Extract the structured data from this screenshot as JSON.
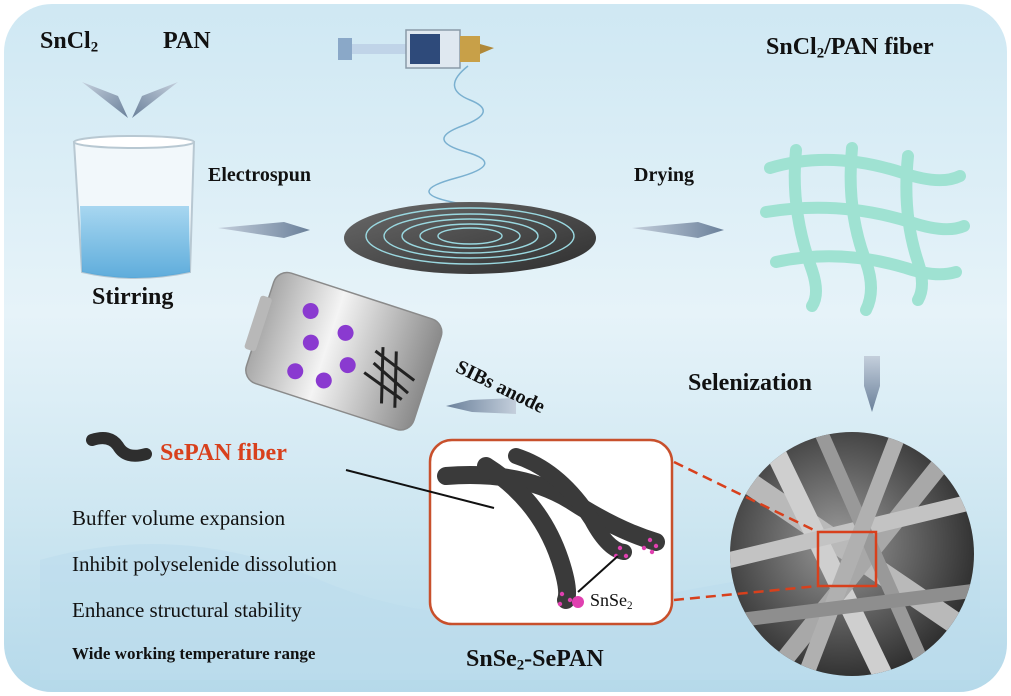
{
  "labels": {
    "sncl2": {
      "base": "SnCl",
      "sub": "2"
    },
    "pan": "PAN",
    "sncl2_pan_fiber": {
      "pre": "SnCl",
      "sub": "2",
      "post": "/PAN fiber"
    },
    "electrospun": "Electrospun",
    "drying": "Drying",
    "stirring": "Stirring",
    "selenization": "Selenization",
    "sibs_anode": "SIBs anode",
    "sepan_fiber": "SePAN fiber",
    "snse2_dot": {
      "base": "SnSe",
      "sub": "2"
    },
    "snse2_sepan": {
      "pre": "SnSe",
      "sub": "2",
      "post": "-SePAN"
    }
  },
  "benefits": [
    "Buffer volume expansion",
    "Inhibit polyselenide dissolution",
    "Enhance structural stability",
    "Wide working temperature range"
  ],
  "colors": {
    "accent_red": "#d8401c",
    "box_border": "#c8502c",
    "fiber_teal": "#8fdfd0",
    "dark_fiber": "#3a3a3a",
    "snse2_dot": "#e040b0",
    "li_ion": "#8a3ad0",
    "arrow": "#5a7090"
  }
}
